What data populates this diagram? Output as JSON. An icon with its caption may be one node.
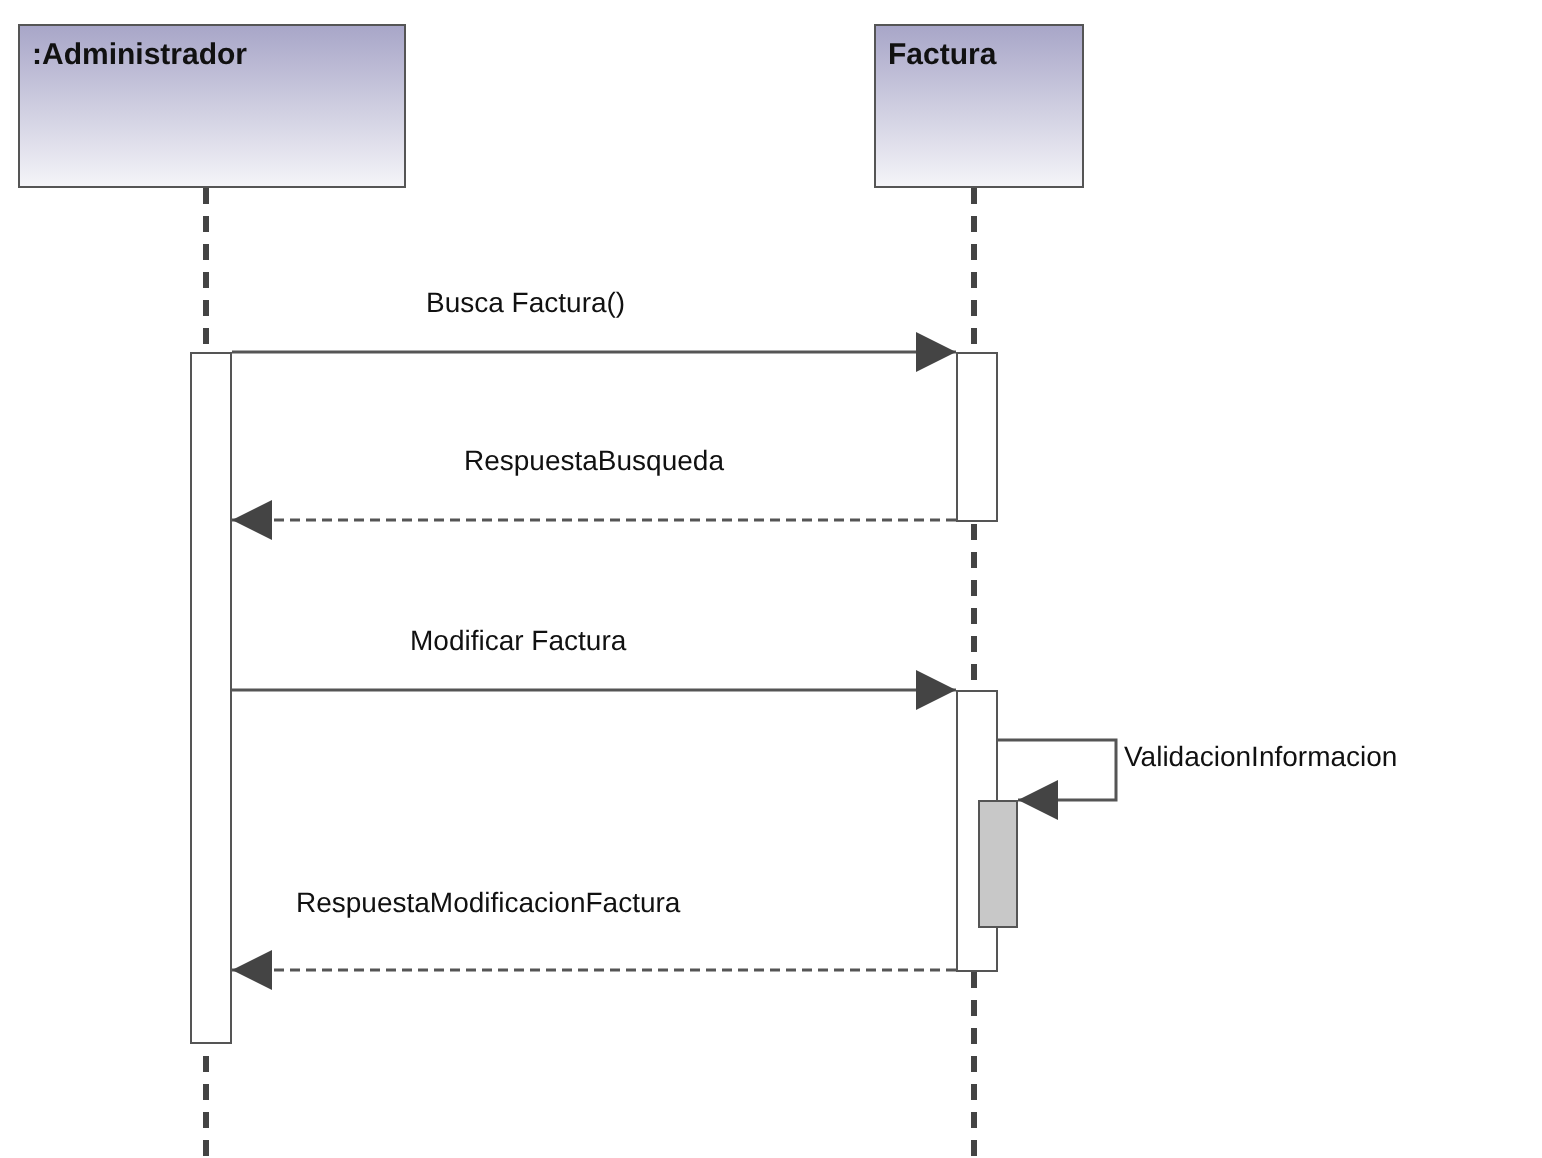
{
  "diagram": {
    "nodes": [
      {
        "text": [
          ":Administrador"
        ]
      },
      {
        "text": [
          "Factura"
        ]
      },
      {
        "text": [],
        "shape": "bar"
      },
      {
        "text": [],
        "shape": "bar"
      },
      {
        "text": [],
        "shape": "bar"
      },
      {
        "text": [],
        "shape": "bar"
      }
    ],
    "edges": [
      {
        "from": 2,
        "to": 3,
        "arrow": "to",
        "label": "Busca Factura()"
      },
      {
        "from": 3,
        "to": 2,
        "arrow": "to",
        "label": "RespuestaBusqueda",
        "style": "dashed"
      },
      {
        "from": 2,
        "to": 4,
        "arrow": "to",
        "label": "Modificar Factura"
      },
      {
        "from": 4,
        "to": 5,
        "arrow": "to",
        "label": "ValidacionInformacion"
      },
      {
        "from": 4,
        "to": 2,
        "arrow": "to",
        "label": "RespuestaModificacionFactura",
        "style": "dashed"
      }
    ]
  }
}
